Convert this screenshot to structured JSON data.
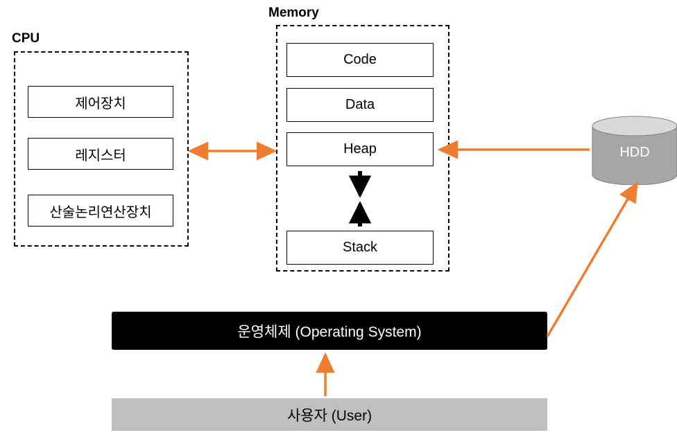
{
  "diagram": {
    "title_cpu": "CPU",
    "title_memory": "Memory",
    "cpu_units": [
      {
        "label": "제어장치"
      },
      {
        "label": "레지스터"
      },
      {
        "label": "산술논리연산장치"
      }
    ],
    "memory_segments": [
      {
        "label": "Code"
      },
      {
        "label": "Data"
      },
      {
        "label": "Heap"
      },
      {
        "label": "Stack"
      }
    ],
    "storage": {
      "label": "HDD"
    },
    "os_bar": {
      "label": "운영체제 (Operating System)"
    },
    "user_bar": {
      "label": "사용자 (User)"
    },
    "colors": {
      "arrow_orange": "#ED7D31",
      "arrow_black": "#000000",
      "os_fill": "#000000",
      "user_fill": "#BFBFBF",
      "hdd_fill": "#A6A6A6",
      "hdd_top": "#D9D9D9"
    }
  }
}
